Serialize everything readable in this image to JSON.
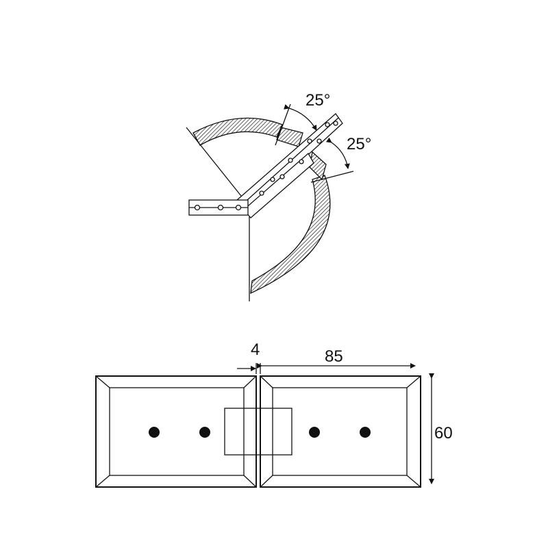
{
  "labels": {
    "top_angle": "25°",
    "right_angle": "25°",
    "gap_dim": "4",
    "width_dim": "85",
    "height_dim": "60"
  },
  "colors": {
    "ink": "#111111",
    "paper": "#ffffff"
  }
}
